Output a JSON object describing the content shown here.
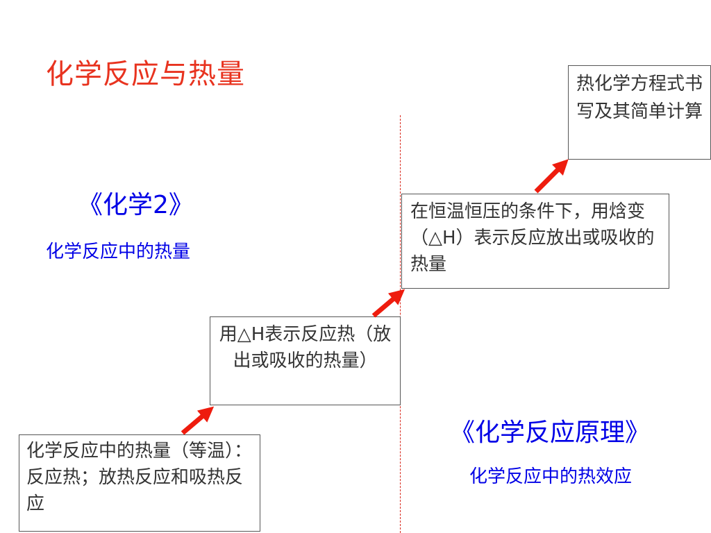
{
  "slide": {
    "title": "化学反应与热量",
    "left_book": "《化学2》",
    "left_subtitle": "化学反应中的热量",
    "right_book": "《化学反应原理》",
    "right_subtitle": "化学反应中的热效应"
  },
  "steps": [
    {
      "text": "化学反应中的热量（等温）：反应热；放热反应和吸热反应"
    },
    {
      "text": "用△H表示反应热（放出或吸收的热量）"
    },
    {
      "text": "在恒温恒压的条件下，用焓变（△H）表示反应放出或吸收的热量"
    },
    {
      "text": "热化学方程式书写及其简单计算"
    }
  ],
  "colors": {
    "title": "#e8331f",
    "accent_blue": "#0000e6",
    "arrow": "#ee1c0e",
    "divider": "#d9281c"
  }
}
